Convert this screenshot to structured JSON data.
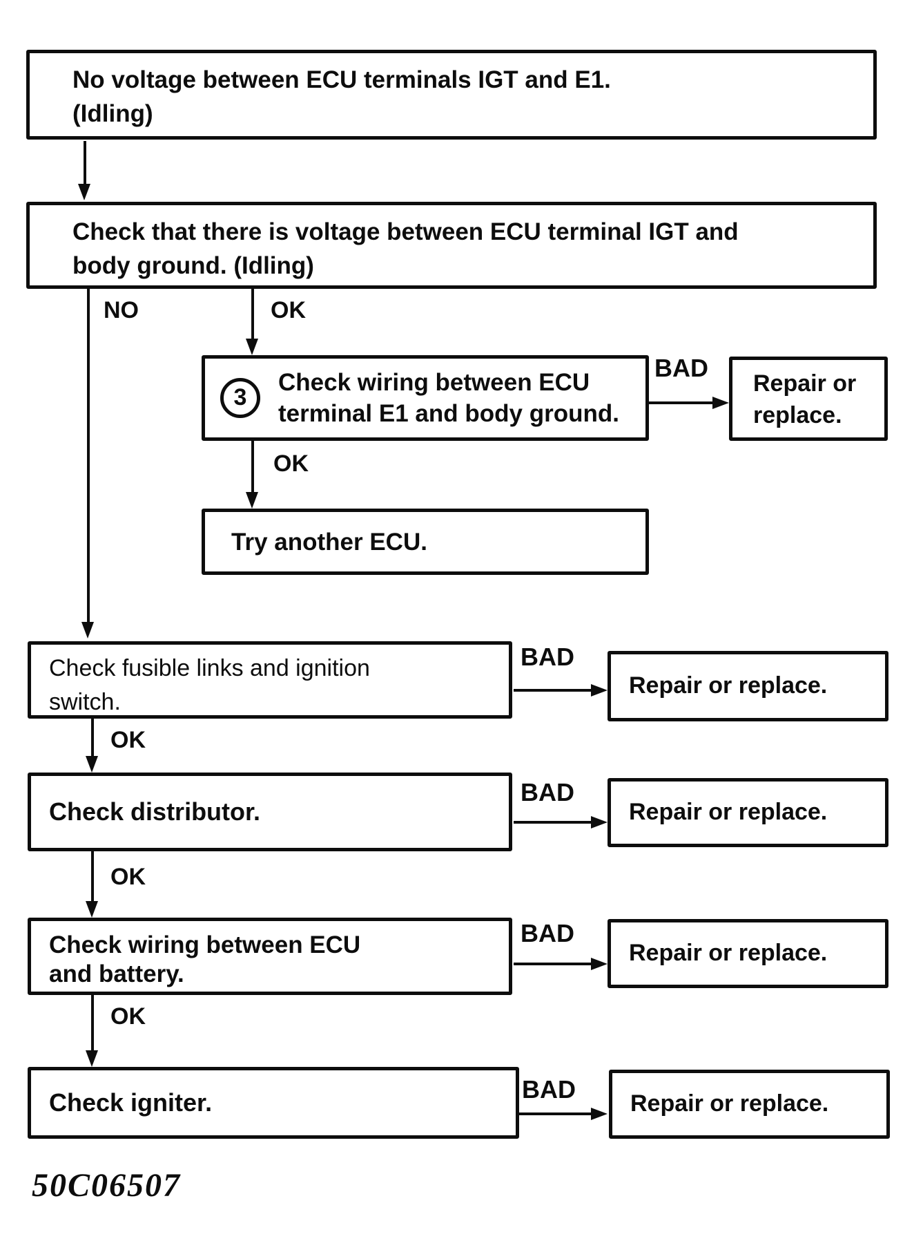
{
  "labels": {
    "no": "NO",
    "ok": "OK",
    "bad": "BAD"
  },
  "boxes": {
    "start": {
      "line1": "No voltage between ECU terminals IGT and E1.",
      "line2": "(Idling)"
    },
    "voltage_check": {
      "line1": "Check that there is voltage between ECU terminal IGT and",
      "line2": "body ground.",
      "emphasis": "(Idling)"
    },
    "e1_wiring": {
      "step_number": "3",
      "line1": "Check wiring between ECU",
      "line2": "terminal E1 and body ground."
    },
    "repair_top": {
      "line1": "Repair or",
      "line2": "replace."
    },
    "try_ecu": {
      "text": "Try another ECU."
    },
    "fusible": {
      "line1": "Check fusible links and ignition",
      "line2": "switch."
    },
    "distributor": {
      "text": "Check distributor."
    },
    "battery": {
      "line1": "Check wiring between ECU",
      "line2": "and battery."
    },
    "igniter": {
      "text": "Check igniter."
    },
    "repair": {
      "text": "Repair or replace."
    }
  },
  "figure_code": "50C06507",
  "colors": {
    "ink": "#0d0d0d",
    "background": "#ffffff"
  }
}
